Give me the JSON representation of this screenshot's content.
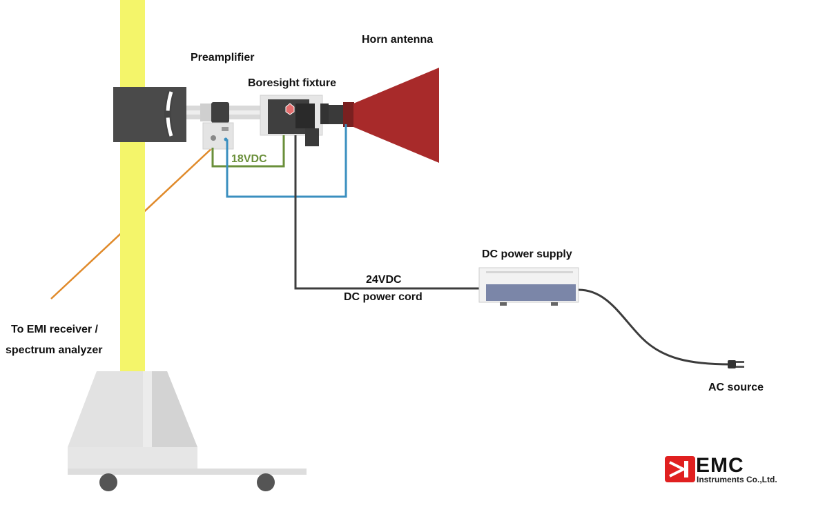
{
  "labels": {
    "preamplifier": "Preamplifier",
    "horn_antenna": "Horn antenna",
    "boresight_fixture": "Boresight fixture",
    "v18": "18VDC",
    "v24": "24VDC",
    "dc_power_cord": "DC power cord",
    "dc_power_supply": "DC power supply",
    "emi_line1": "To EMI receiver /",
    "emi_line2": "spectrum analyzer",
    "ac_source": "AC source"
  },
  "logo": {
    "main": "EMC",
    "sub": "Instruments Co.,Ltd."
  },
  "colors": {
    "mast": "#f4f56a",
    "horn": "#a82a2a",
    "body": "#4a4a4a",
    "cable_green": "#6a8f3a",
    "cable_blue": "#3a8fbf",
    "cable_dark": "#3c3c3c",
    "cable_orange": "#e08a2a",
    "psu_panel": "#7b86a8",
    "logo_red": "#e02020"
  }
}
